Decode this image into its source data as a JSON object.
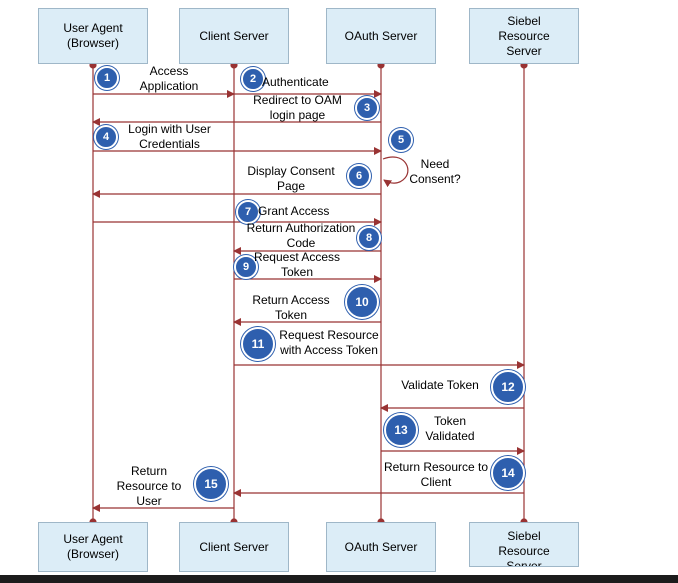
{
  "actors_top": [
    {
      "name": "User Agent\n(Browser)"
    },
    {
      "name": "Client Server"
    },
    {
      "name": "OAuth Server"
    },
    {
      "name": "Siebel\nResource\nServer"
    }
  ],
  "actors_bottom": [
    {
      "name": "User Agent\n(Browser)"
    },
    {
      "name": "Client Server"
    },
    {
      "name": "OAuth Server"
    },
    {
      "name": "Siebel\nResource\nServer"
    }
  ],
  "steps": [
    {
      "n": "1",
      "label": "Access\nApplication"
    },
    {
      "n": "2",
      "label": "Authenticate"
    },
    {
      "n": "3",
      "label": "Redirect to OAM\nlogin page"
    },
    {
      "n": "4",
      "label": "Login with User\nCredentials"
    },
    {
      "n": "5",
      "label": "Need\nConsent?"
    },
    {
      "n": "6",
      "label": "Display Consent\nPage"
    },
    {
      "n": "7",
      "label": "Grant Access"
    },
    {
      "n": "8",
      "label": "Return Authorization\nCode"
    },
    {
      "n": "9",
      "label": "Request Access\nToken"
    },
    {
      "n": "10",
      "label": "Return Access\nToken"
    },
    {
      "n": "11",
      "label": "Request Resource\nwith Access Token"
    },
    {
      "n": "12",
      "label": "Validate Token"
    },
    {
      "n": "13",
      "label": "Token\nValidated"
    },
    {
      "n": "14",
      "label": "Return Resource to\nClient"
    },
    {
      "n": "15",
      "label": "Return\nResource to\nUser"
    }
  ],
  "colors": {
    "arrow": "#993333",
    "lifeline": "#993333",
    "badge": "#2e5fae",
    "actor_fill": "#dcedf7"
  }
}
